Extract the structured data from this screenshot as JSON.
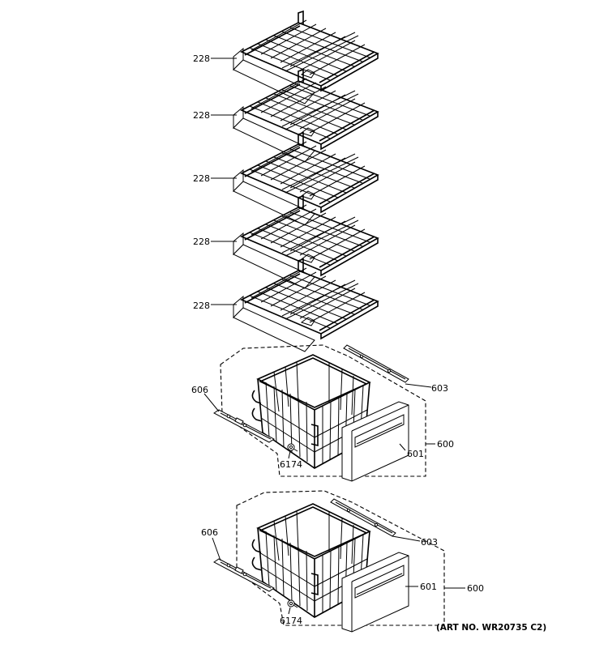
{
  "shelf_labels": [
    "228",
    "228",
    "228",
    "228",
    "228"
  ],
  "drawer_upper": {
    "slide": "606",
    "screw": "6174",
    "rail": "603",
    "front": "601",
    "assembly": "600"
  },
  "drawer_lower": {
    "slide": "606",
    "screw": "6174",
    "rail": "603",
    "front": "601",
    "assembly": "600"
  },
  "art_number": "(ART NO. WR20735 C2)"
}
